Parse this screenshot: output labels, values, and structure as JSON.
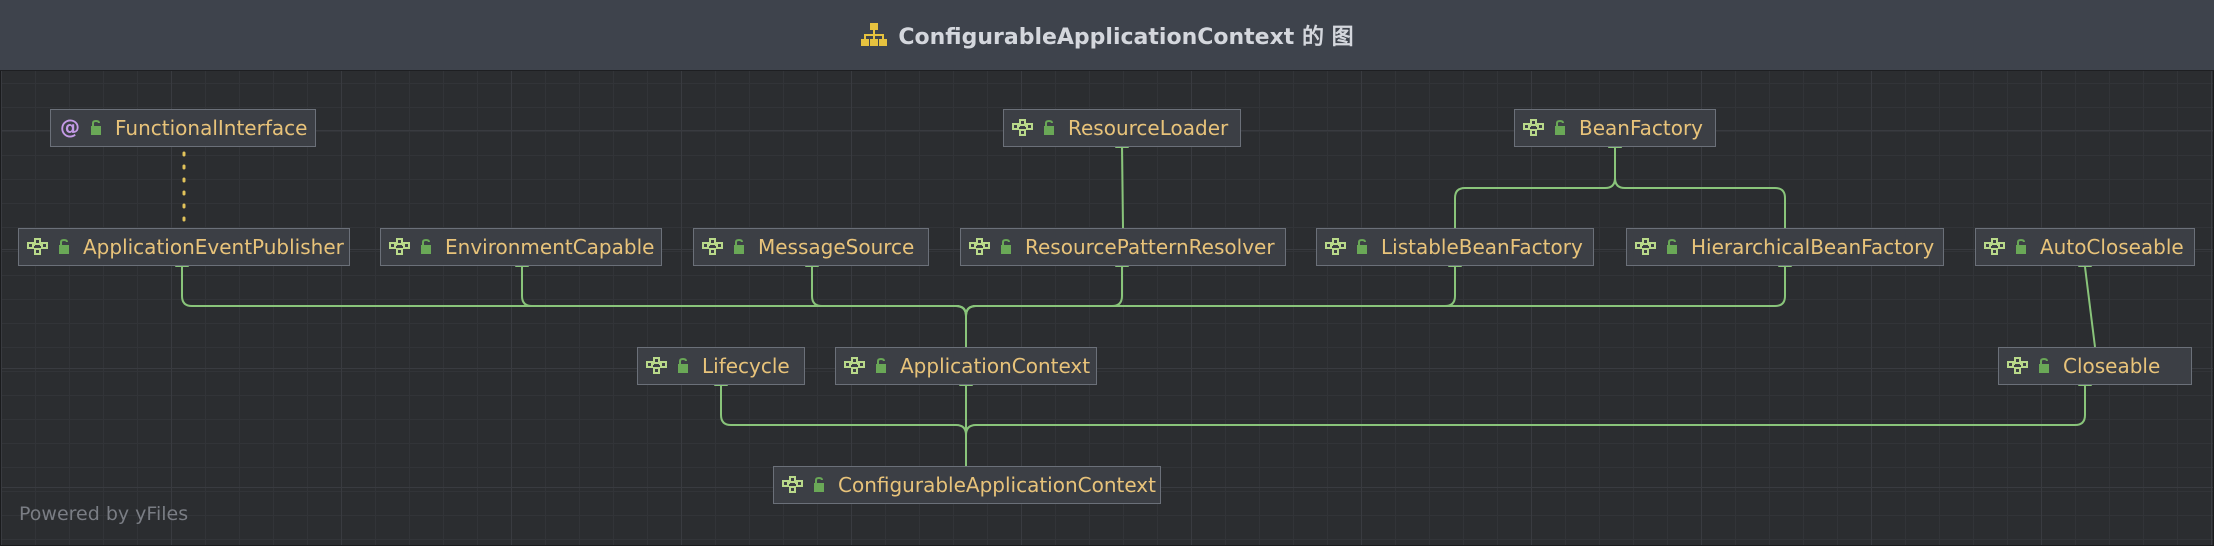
{
  "title": {
    "text": "ConfigurableApplicationContext 的 图",
    "icon": "hierarchy-icon"
  },
  "nodes": [
    {
      "id": "FunctionalInterface",
      "label": "FunctionalInterface",
      "kind": "annotation",
      "icon": "annotation-icon"
    },
    {
      "id": "ResourceLoader",
      "label": "ResourceLoader",
      "kind": "interface",
      "icon": "interface-icon"
    },
    {
      "id": "BeanFactory",
      "label": "BeanFactory",
      "kind": "interface",
      "icon": "interface-icon"
    },
    {
      "id": "ApplicationEventPublisher",
      "label": "ApplicationEventPublisher",
      "kind": "interface",
      "icon": "interface-icon"
    },
    {
      "id": "EnvironmentCapable",
      "label": "EnvironmentCapable",
      "kind": "interface",
      "icon": "interface-icon"
    },
    {
      "id": "MessageSource",
      "label": "MessageSource",
      "kind": "interface",
      "icon": "interface-icon"
    },
    {
      "id": "ResourcePatternResolver",
      "label": "ResourcePatternResolver",
      "kind": "interface",
      "icon": "interface-icon"
    },
    {
      "id": "ListableBeanFactory",
      "label": "ListableBeanFactory",
      "kind": "interface",
      "icon": "interface-icon"
    },
    {
      "id": "HierarchicalBeanFactory",
      "label": "HierarchicalBeanFactory",
      "kind": "interface",
      "icon": "interface-icon"
    },
    {
      "id": "AutoCloseable",
      "label": "AutoCloseable",
      "kind": "interface",
      "icon": "interface-icon"
    },
    {
      "id": "Lifecycle",
      "label": "Lifecycle",
      "kind": "interface",
      "icon": "interface-icon"
    },
    {
      "id": "ApplicationContext",
      "label": "ApplicationContext",
      "kind": "interface",
      "icon": "interface-icon"
    },
    {
      "id": "Closeable",
      "label": "Closeable",
      "kind": "interface",
      "icon": "interface-icon"
    },
    {
      "id": "ConfigurableApplicationContext",
      "label": "ConfigurableApplicationContext",
      "kind": "interface",
      "icon": "interface-icon"
    }
  ],
  "edges": [
    {
      "from": "ApplicationEventPublisher",
      "to": "FunctionalInterface",
      "type": "annotated"
    },
    {
      "from": "ResourcePatternResolver",
      "to": "ResourceLoader",
      "type": "extends"
    },
    {
      "from": "ListableBeanFactory",
      "to": "BeanFactory",
      "type": "extends"
    },
    {
      "from": "HierarchicalBeanFactory",
      "to": "BeanFactory",
      "type": "extends"
    },
    {
      "from": "ApplicationContext",
      "to": "ApplicationEventPublisher",
      "type": "extends"
    },
    {
      "from": "ApplicationContext",
      "to": "EnvironmentCapable",
      "type": "extends"
    },
    {
      "from": "ApplicationContext",
      "to": "MessageSource",
      "type": "extends"
    },
    {
      "from": "ApplicationContext",
      "to": "ResourcePatternResolver",
      "type": "extends"
    },
    {
      "from": "ApplicationContext",
      "to": "ListableBeanFactory",
      "type": "extends"
    },
    {
      "from": "ApplicationContext",
      "to": "HierarchicalBeanFactory",
      "type": "extends"
    },
    {
      "from": "Closeable",
      "to": "AutoCloseable",
      "type": "extends"
    },
    {
      "from": "ConfigurableApplicationContext",
      "to": "Lifecycle",
      "type": "extends"
    },
    {
      "from": "ConfigurableApplicationContext",
      "to": "ApplicationContext",
      "type": "extends"
    },
    {
      "from": "ConfigurableApplicationContext",
      "to": "Closeable",
      "type": "extends"
    }
  ],
  "footer": "Powered by yFiles",
  "colors": {
    "edge": "#89c47a",
    "label": "#e8c37a",
    "annotation_edge": "#e2c35a",
    "interface_icon": "#b9d98a",
    "annotation_icon": "#c49ae6",
    "lock_icon": "#6aa857"
  }
}
